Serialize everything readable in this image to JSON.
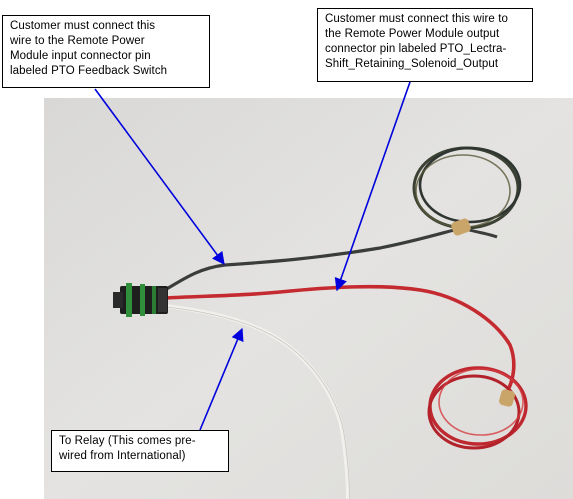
{
  "callouts": {
    "feedback_text": "Customer must connect this\nwire to the Remote Power\nModule input connector pin\nlabeled PTO  Feedback  Switch",
    "solenoid_text": "Customer must connect this wire to\nthe Remote Power Module output\nconnector pin labeled PTO_Lectra-\nShift_Retaining_Solenoid_Output",
    "relay_text": "To Relay (This comes pre-\nwired from International)"
  },
  "photo": {
    "background_color": "#e2e1df",
    "wires": [
      {
        "name": "black-wire",
        "color": "#3a3d3a"
      },
      {
        "name": "red-wire",
        "color": "#c42a30"
      },
      {
        "name": "white-wire",
        "color": "#e9e7e2"
      }
    ],
    "connector_color": "#1e1e1e",
    "seal_color": "#2f8f3a"
  },
  "arrows": {
    "color": "#0000dd"
  }
}
